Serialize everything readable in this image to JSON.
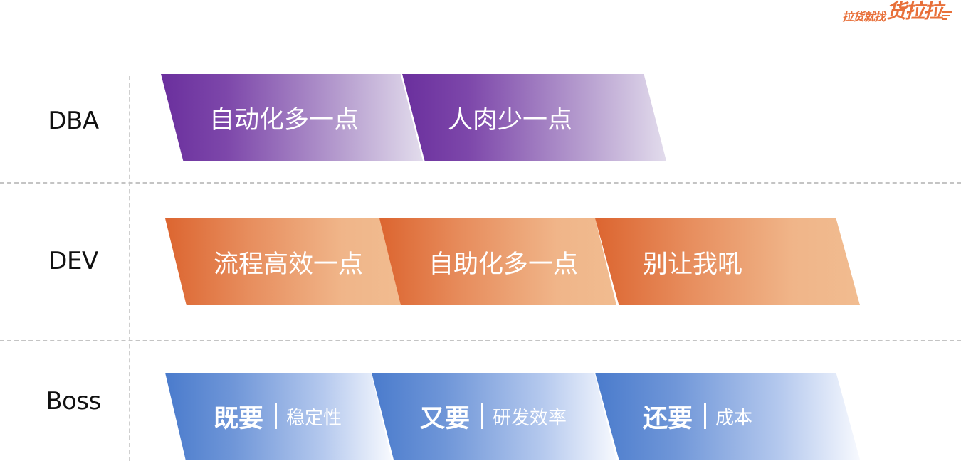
{
  "logo": {
    "small": "拉货就找",
    "big": "货拉拉"
  },
  "rows": [
    {
      "label": "DBA",
      "cards": [
        {
          "text": "自动化多一点"
        },
        {
          "text": "人肉少一点"
        }
      ]
    },
    {
      "label": "DEV",
      "cards": [
        {
          "text": "流程高效一点"
        },
        {
          "text": "自助化多一点"
        },
        {
          "text": "别让我吼"
        }
      ]
    },
    {
      "label": "Boss",
      "cards": [
        {
          "main": "既要",
          "sub": "稳定性"
        },
        {
          "main": "又要",
          "sub": "研发效率"
        },
        {
          "main": "还要",
          "sub": "成本"
        }
      ]
    }
  ],
  "colors": {
    "dba": [
      "#6a2f9d",
      "#e2dcec"
    ],
    "dev": [
      "#dc6530",
      "#f1bc90"
    ],
    "boss": [
      "#4a7bcc",
      "#f7f9fe"
    ],
    "logo": "#e8703a"
  }
}
